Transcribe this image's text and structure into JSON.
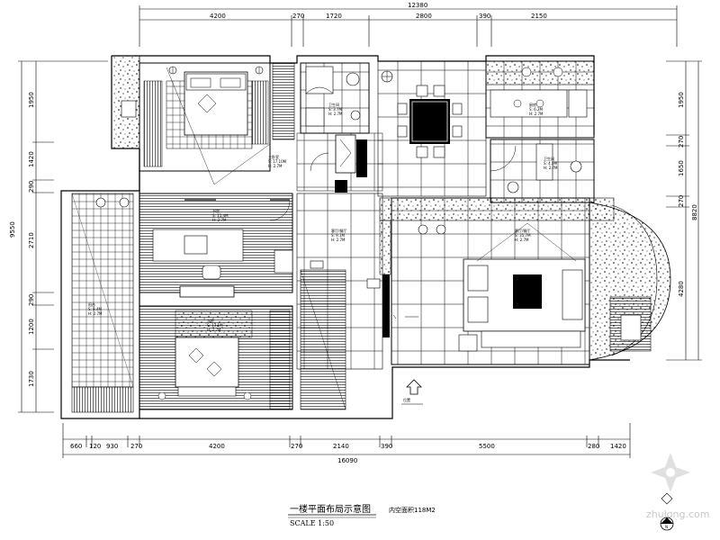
{
  "drawing": {
    "title": "一楼平面布局示意图",
    "area_note": "内空面积118M2",
    "scale": "SCALE 1:50",
    "watermark": "zhulong.com",
    "compass_label": "N",
    "pos_note": "位置"
  },
  "dims_top": {
    "total": "12380",
    "segments": [
      "4200",
      "270",
      "1720",
      "2800",
      "390",
      "2150"
    ]
  },
  "dims_bottom": {
    "total": "16090",
    "segments": [
      "660",
      "120",
      "930",
      "270",
      "4200",
      "270",
      "2140",
      "390",
      "5500",
      "280",
      "1420"
    ]
  },
  "dims_left": {
    "total": "9550",
    "segments": [
      "1950",
      "1420",
      "290",
      "2710",
      "290",
      "1200",
      "1730"
    ]
  },
  "dims_right": {
    "total": "8820",
    "segments": [
      "1950",
      "270",
      "1650",
      "270",
      "4280"
    ]
  },
  "rooms": {
    "master_bedroom": {
      "name": "主卧室",
      "area": "S: 17.10M",
      "height": "H: 2.7M"
    },
    "study": {
      "name": "书房",
      "area": "S: 11.4M",
      "height": "H: 2.7M"
    },
    "bedroom2": {
      "name": "次卧",
      "area": "S: 13.1M",
      "height": "H: 2.7M"
    },
    "balcony": {
      "name": "阳台",
      "area": "S: 8.4M",
      "height": "H: 2.7M"
    },
    "bath1": {
      "name": "卫生间",
      "area": "S: 3.7M",
      "height": "H: 2.7M"
    },
    "kitchen": {
      "name": "厨房",
      "area": "S: 6.2M",
      "height": "H: 2.7M"
    },
    "bath2": {
      "name": "卫生间",
      "area": "S: 4.5M",
      "height": "H: 2.7M"
    },
    "hall": {
      "name": "客厅/餐厅",
      "area": "S: 9.1M",
      "height": "H: 2.7M"
    },
    "living": {
      "name": "客厅/餐厅",
      "area": "S: 35.7M",
      "height": "H: 2.7M"
    }
  }
}
